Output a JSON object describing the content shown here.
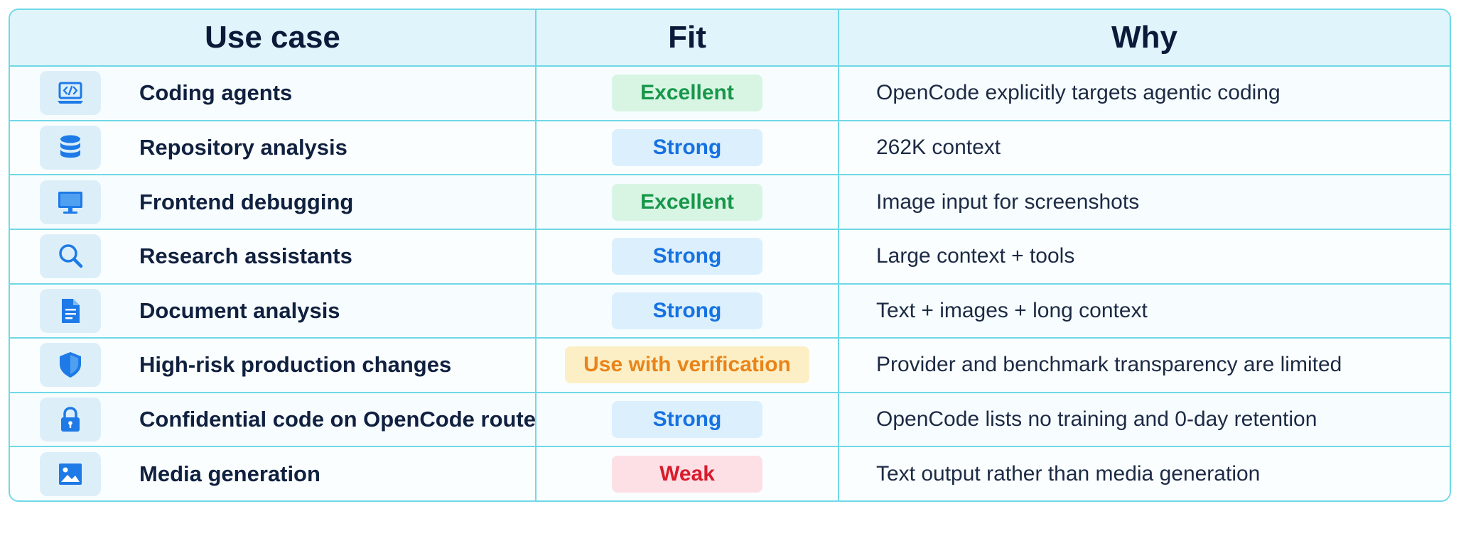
{
  "headers": {
    "use_case": "Use case",
    "fit": "Fit",
    "why": "Why"
  },
  "colors": {
    "border": "#6fd8e6",
    "header_bg": "#dff4fb",
    "icon_blue": "#1e7ae6",
    "excellent": "#17974a",
    "strong": "#1572e0",
    "verification": "#e8841a",
    "weak": "#d81b2c"
  },
  "rows": [
    {
      "icon": "laptop-code-icon",
      "use_case": "Coding agents",
      "fit": "Excellent",
      "fit_level": "excellent",
      "why": "OpenCode explicitly targets agentic coding"
    },
    {
      "icon": "database-icon",
      "use_case": "Repository analysis",
      "fit": "Strong",
      "fit_level": "strong",
      "why": "262K context"
    },
    {
      "icon": "monitor-icon",
      "use_case": "Frontend debugging",
      "fit": "Excellent",
      "fit_level": "excellent",
      "why": "Image input for screenshots"
    },
    {
      "icon": "search-icon",
      "use_case": "Research assistants",
      "fit": "Strong",
      "fit_level": "strong",
      "why": "Large context + tools"
    },
    {
      "icon": "document-icon",
      "use_case": "Document analysis",
      "fit": "Strong",
      "fit_level": "strong",
      "why": "Text + images + long context"
    },
    {
      "icon": "shield-icon",
      "use_case": "High-risk production changes",
      "fit": "Use with verification",
      "fit_level": "verification",
      "why": "Provider and benchmark transparency are limited"
    },
    {
      "icon": "lock-icon",
      "use_case": "Confidential code on OpenCode route",
      "fit": "Strong",
      "fit_level": "strong",
      "why": "OpenCode lists no training and 0-day retention"
    },
    {
      "icon": "image-icon",
      "use_case": "Media generation",
      "fit": "Weak",
      "fit_level": "weak",
      "why": "Text output rather than media generation"
    }
  ]
}
